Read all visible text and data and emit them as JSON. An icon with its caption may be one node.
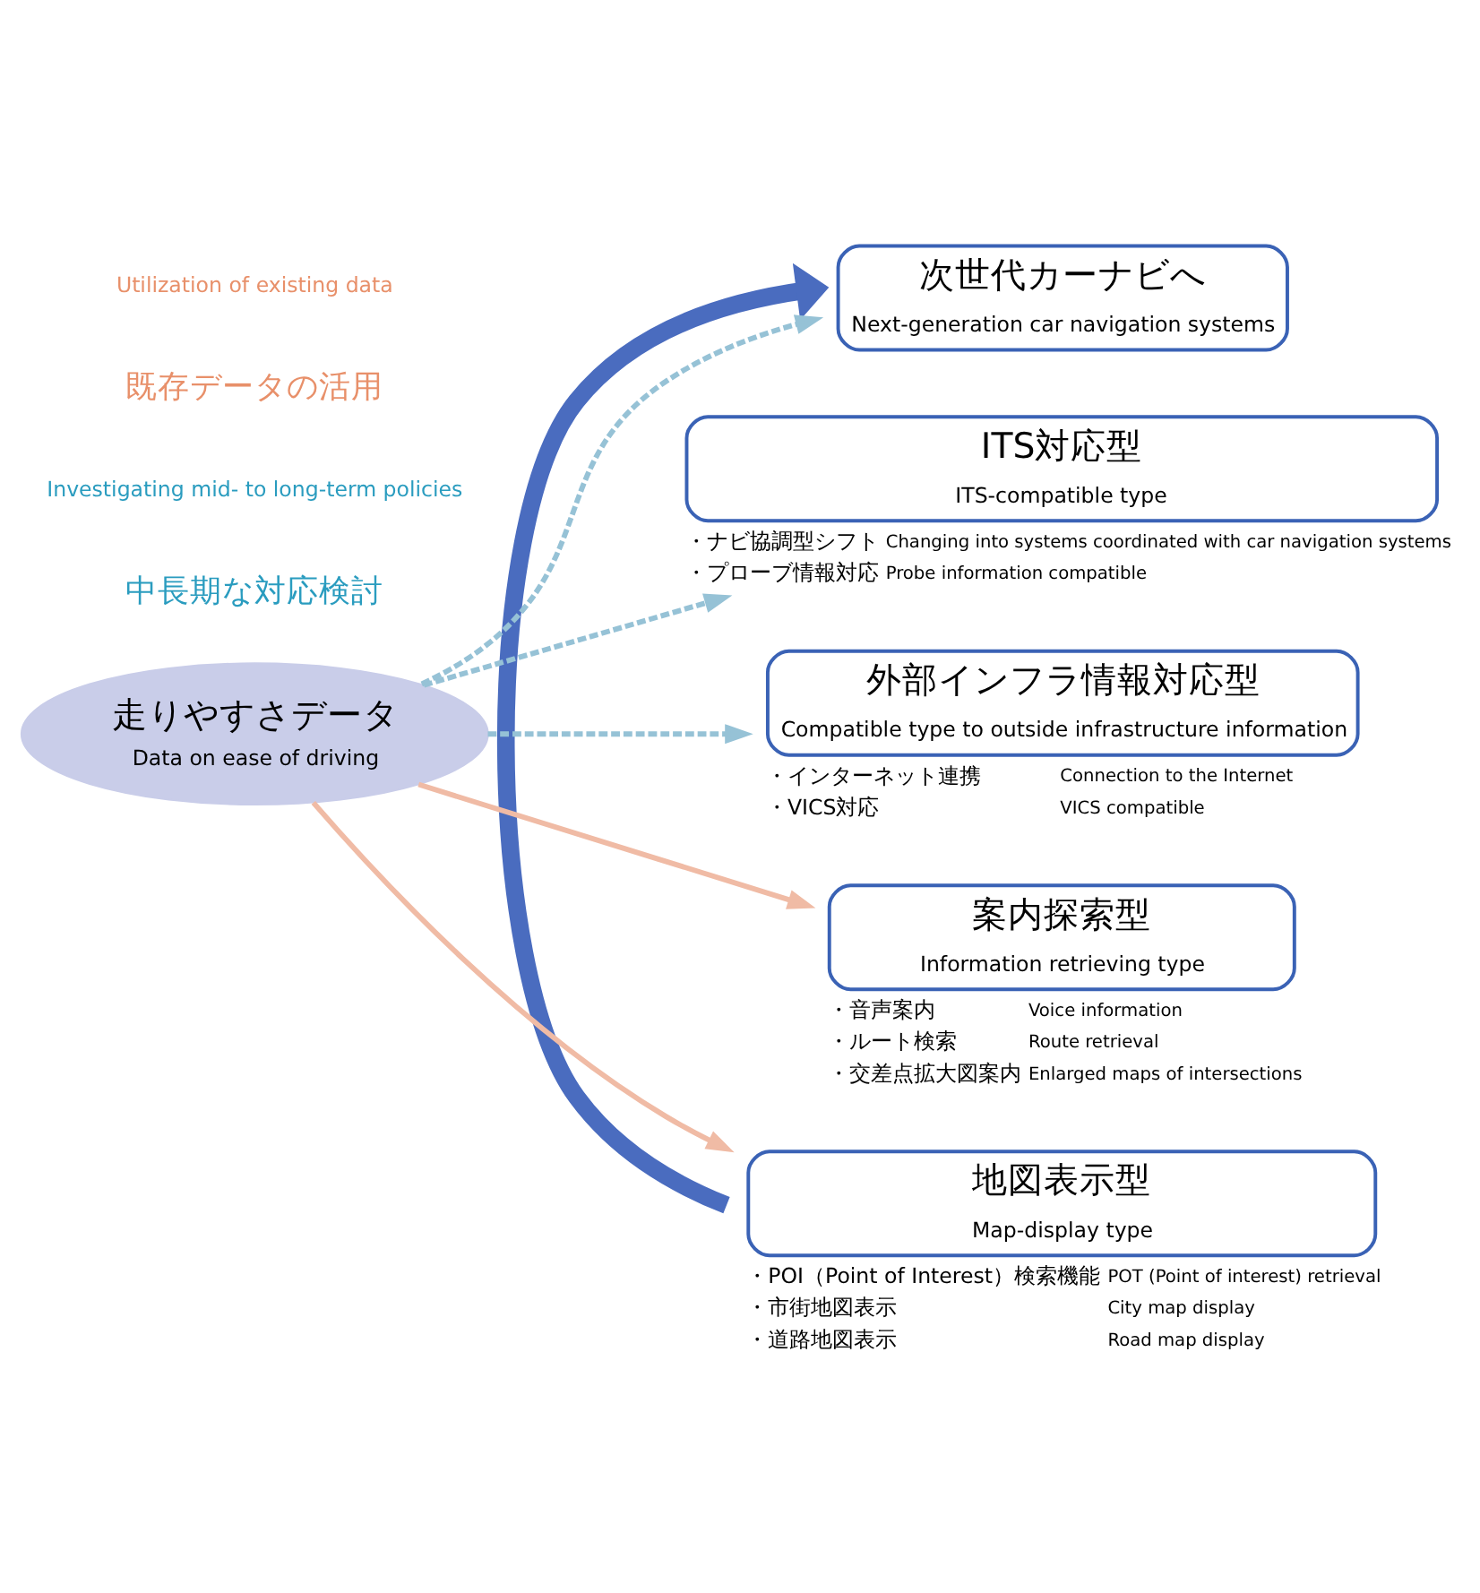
{
  "diagram": {
    "nodes": [
      {
        "text": [
          "次世代カーナビへ",
          "Next-generation car navigation systems"
        ]
      },
      {
        "text": [
          "ITS対応型",
          "ITS-compatible type"
        ],
        "beside": [
          "・ナビ協調型シフト",
          "Changing into systems coordinated with car navigation systems",
          "・プローブ情報対応",
          "Probe information compatible"
        ]
      },
      {
        "text": [
          "外部インフラ情報対応型",
          "Compatible type to outside infrastructure information"
        ],
        "beside": [
          "・インターネット連携",
          "Connection to the Internet",
          "・VICS対応",
          "VICS compatible"
        ]
      },
      {
        "text": [
          "案内探索型",
          "Information retrieving type"
        ],
        "beside": [
          "・音声案内",
          "Voice information",
          "・ルート検索",
          "Route retrieval",
          "・交差点拡大図案内",
          "Enlarged maps of intersections"
        ]
      },
      {
        "text": [
          "地図表示型",
          "Map-display type"
        ],
        "beside": [
          "・POI（Point of Interest）検索機能",
          "POT (Point of interest) retrieval",
          "・市街地図表示",
          "City map display",
          "・道路地図表示",
          "Road map display"
        ]
      },
      {
        "text": [
          "走りやすさデータ",
          "Data on ease of driving"
        ]
      }
    ],
    "edges": [
      {
        "from": 5,
        "to": 0,
        "arrow": "to",
        "style": "dashed"
      },
      {
        "from": 5,
        "to": 1,
        "arrow": "to",
        "style": "dashed"
      },
      {
        "from": 5,
        "to": 2,
        "arrow": "to",
        "style": "dashed"
      },
      {
        "from": 5,
        "to": 3,
        "arrow": "to",
        "color": "#f0bba5"
      },
      {
        "from": 5,
        "to": 4,
        "arrow": "to",
        "color": "#f0bba5"
      },
      {
        "from": 4,
        "to": 0,
        "arrow": "to",
        "style": "thick",
        "color": "#4a6cbf"
      }
    ],
    "labels": [
      "中長期な対応検討",
      "Investigating mid- to long-term policies",
      "既存データの活用",
      "Utilization of existing data"
    ]
  }
}
